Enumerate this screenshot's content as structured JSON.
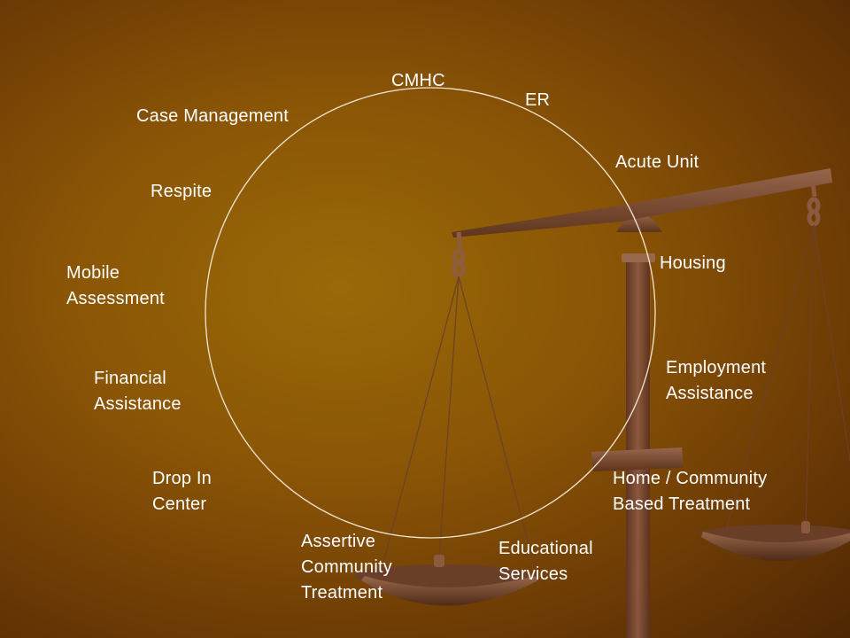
{
  "diagram": {
    "services": [
      {
        "id": "cmhc",
        "text": "CMHC"
      },
      {
        "id": "er",
        "text": "ER"
      },
      {
        "id": "case-management",
        "text": "Case Management"
      },
      {
        "id": "acute-unit",
        "text": "Acute Unit"
      },
      {
        "id": "respite",
        "text": "Respite"
      },
      {
        "id": "housing",
        "text": "Housing"
      },
      {
        "id": "mobile-assessment",
        "text": "Mobile\nAssessment"
      },
      {
        "id": "employment-assistance",
        "text": "Employment\nAssistance"
      },
      {
        "id": "financial-assistance",
        "text": "Financial\nAssistance"
      },
      {
        "id": "drop-in-center",
        "text": "Drop In\nCenter"
      },
      {
        "id": "home-community",
        "text": "Home / Community\nBased Treatment"
      },
      {
        "id": "assertive-community",
        "text": "Assertive\nCommunity\nTreatment"
      },
      {
        "id": "educational-services",
        "text": "Educational\nServices"
      }
    ]
  },
  "colors": {
    "text": "#ffffff",
    "circle_stroke": "#f2e6d0",
    "scale_wood": "#7a4a34"
  }
}
